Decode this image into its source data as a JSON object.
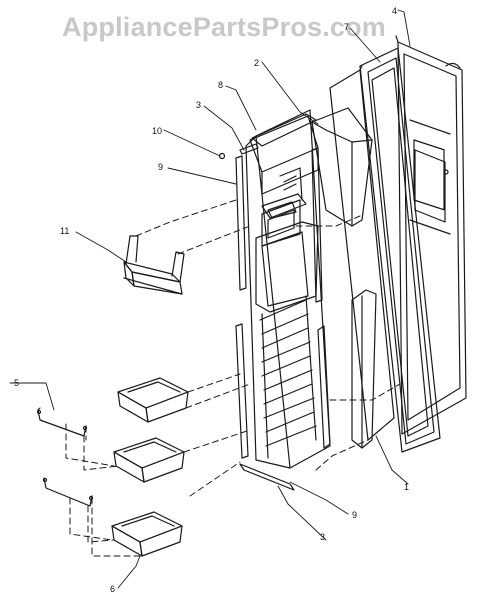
{
  "watermark": "AppliancePartsPros.com",
  "callouts": {
    "c1": "1",
    "c2": "2",
    "c3a": "3",
    "c3b": "3",
    "c4": "4",
    "c5": "5",
    "c6": "6",
    "c7": "7",
    "c8": "8",
    "c9a": "9",
    "c9b": "9",
    "c10": "10",
    "c11": "11"
  },
  "colors": {
    "line": "#1a1a1a",
    "watermark": "#c8c8c8"
  }
}
